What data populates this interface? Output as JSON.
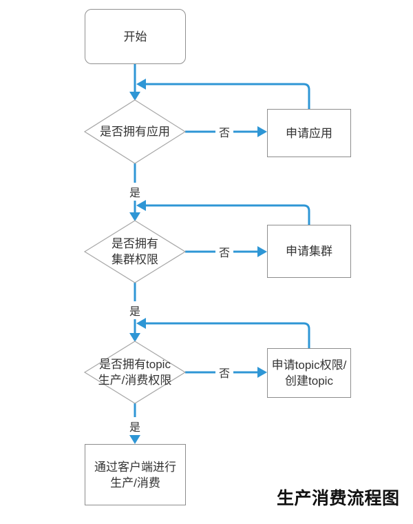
{
  "title": "生产消费流程图",
  "colors": {
    "connector_blue": "#2E96D5",
    "box_border": "#8C8C8C",
    "diamond_border": "#A6A6A6",
    "text": "#333333",
    "title_color": "#111111"
  },
  "nodes": {
    "start": {
      "label": "开始"
    },
    "decision_app": {
      "line1": "是否拥有应用"
    },
    "decision_cluster": {
      "line1": "是否拥有",
      "line2": "集群权限"
    },
    "decision_topic": {
      "line1": "是否拥有topic",
      "line2": "生产/消费权限"
    },
    "process_app": {
      "label": "申请应用"
    },
    "process_cluster": {
      "label": "申请集群"
    },
    "process_topic": {
      "line1": "申请topic权限/",
      "line2": "创建topic"
    },
    "end": {
      "line1": "通过客户端进行",
      "line2": "生产/消费"
    }
  },
  "edge_labels": {
    "app_yes": "是",
    "app_no": "否",
    "cluster_yes": "是",
    "cluster_no": "否",
    "topic_yes": "是",
    "topic_no": "否"
  }
}
